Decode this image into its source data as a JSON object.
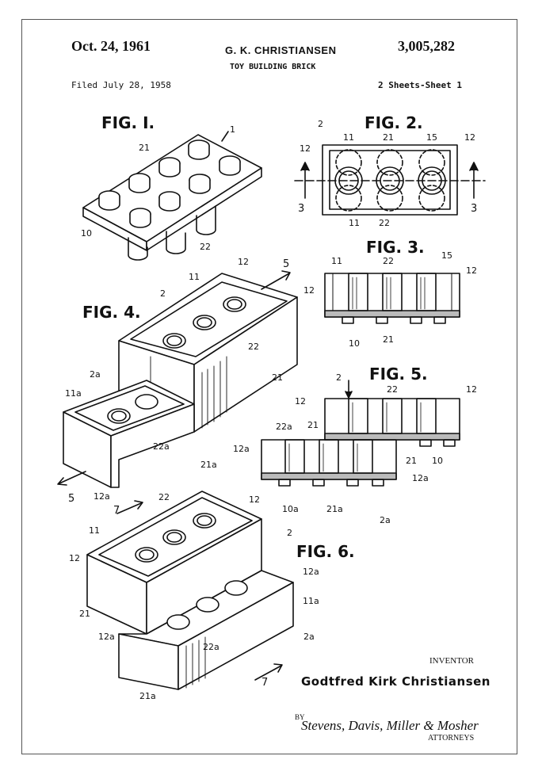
{
  "header": {
    "date": "Oct. 24, 1961",
    "inventor": "G. K. CHRISTIANSEN",
    "patent_number": "3,005,282",
    "title": "TOY BUILDING BRICK",
    "filed": "Filed July 28, 1958",
    "sheets": "2 Sheets-Sheet 1"
  },
  "figures": {
    "fig1": "FIG. I.",
    "fig2": "FIG. 2.",
    "fig3": "FIG. 3.",
    "fig4": "FIG. 4.",
    "fig5": "FIG. 5.",
    "fig6": "FIG. 6."
  },
  "labels": {
    "fig1": [
      "1",
      "21",
      "10",
      "22"
    ],
    "fig2": [
      "2",
      "11",
      "21",
      "15",
      "12",
      "12",
      "3",
      "3",
      "22",
      "11"
    ],
    "fig3": [
      "11",
      "22",
      "15",
      "12",
      "12",
      "10",
      "21"
    ],
    "fig4": [
      "12",
      "5",
      "11",
      "2",
      "22",
      "21",
      "2a",
      "11a",
      "22a",
      "21a",
      "12a",
      "5"
    ],
    "fig5": [
      "2",
      "22",
      "12",
      "12",
      "22a",
      "21",
      "12a",
      "21",
      "10",
      "12a",
      "10a",
      "21a",
      "2a"
    ],
    "fig6": [
      "7",
      "22",
      "12",
      "2",
      "11",
      "12",
      "12a",
      "11a",
      "21",
      "12a",
      "2a",
      "22a",
      "21a",
      "7"
    ]
  },
  "footer": {
    "inventor_label": "INVENTOR",
    "inventor_name": "Godtfred Kirk Christiansen",
    "by": "BY",
    "signature": "Stevens, Davis, Miller & Mosher",
    "attorneys": "ATTORNEYS"
  },
  "colors": {
    "ink": "#111111",
    "paper": "#ffffff",
    "frame": "#555555"
  }
}
